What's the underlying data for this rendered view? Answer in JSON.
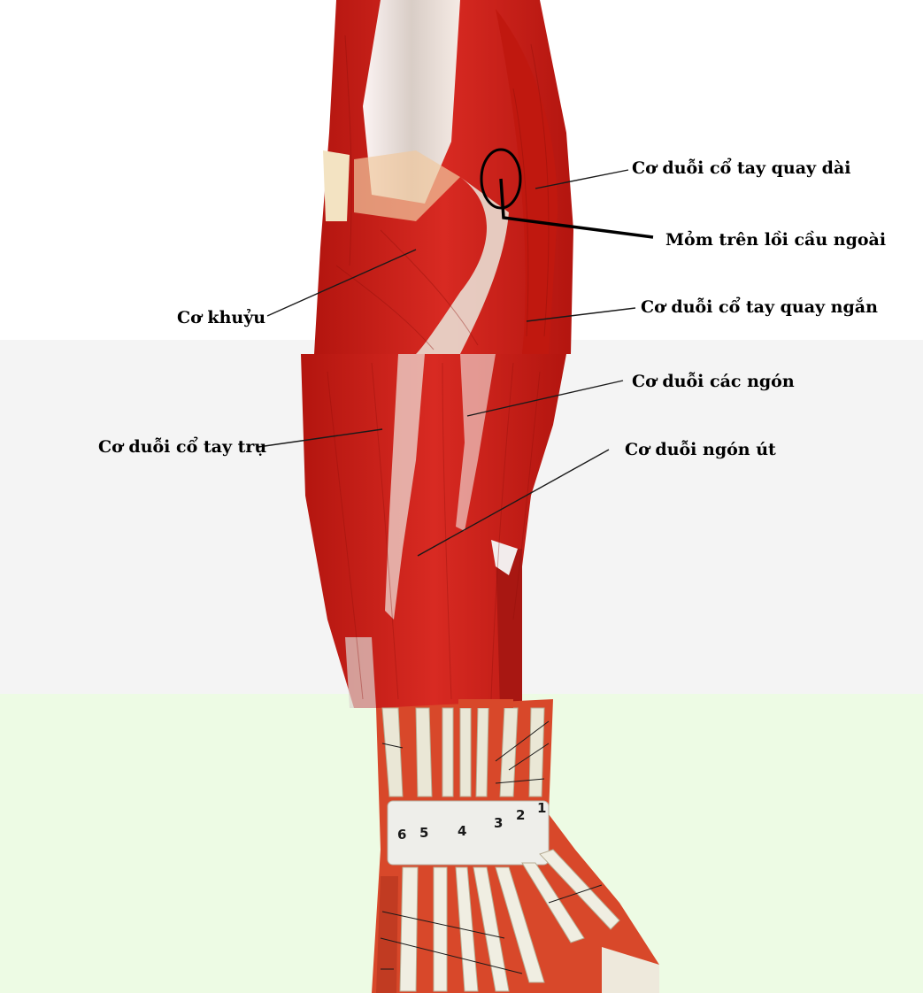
{
  "colors": {
    "muscle": "#cc1f1a",
    "muscle_dark": "#a01410",
    "tendon": "#ece6da",
    "mid_background": "#f4f4f4",
    "bottom_background": "#edfbe4"
  },
  "labels": {
    "ecrl": "Cơ duỗi cổ tay quay dài",
    "lateral_epicondyle": "Mỏm trên lồi cầu ngoài",
    "anconeus": "Cơ khuỷu",
    "ecrb": "Cơ duỗi cổ tay quay ngắn",
    "ed": "Cơ duỗi các ngón",
    "ecu": "Cơ duỗi cổ tay trụ",
    "edm": "Cơ duỗi ngón út"
  },
  "compartments": [
    "6",
    "5",
    "4",
    "3",
    "2",
    "1"
  ]
}
